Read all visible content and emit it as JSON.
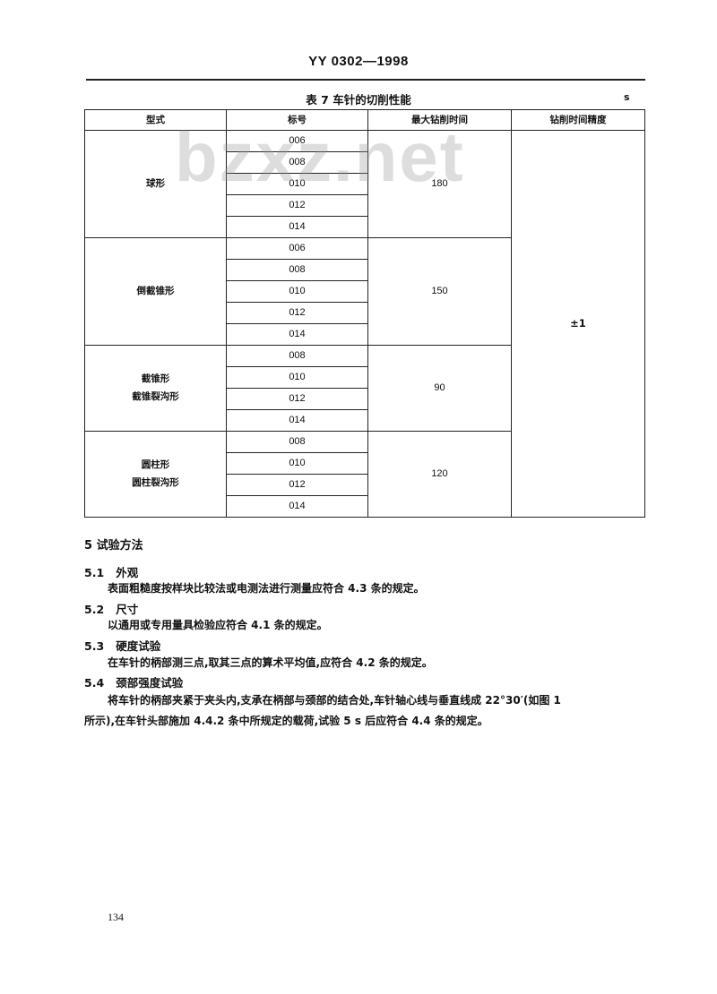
{
  "header": {
    "standard_code": "YY 0302—1998"
  },
  "table": {
    "caption": "表 7  车针的切削性能",
    "unit": "s",
    "columns": [
      "型式",
      "标号",
      "最大钻削时间",
      "钻削时间精度"
    ],
    "groups": [
      {
        "type_lines": [
          "球形"
        ],
        "codes": [
          "006",
          "008",
          "010",
          "012",
          "014"
        ],
        "max_time": "180"
      },
      {
        "type_lines": [
          "倒截锥形"
        ],
        "codes": [
          "006",
          "008",
          "010",
          "012",
          "014"
        ],
        "max_time": "150"
      },
      {
        "type_lines": [
          "截锥形",
          "截锥裂沟形"
        ],
        "codes": [
          "008",
          "010",
          "012",
          "014"
        ],
        "max_time": "90"
      },
      {
        "type_lines": [
          "圆柱形",
          "圆柱裂沟形"
        ],
        "codes": [
          "008",
          "010",
          "012",
          "014"
        ],
        "max_time": "120"
      }
    ],
    "precision": "±1"
  },
  "watermark": "bzxz.net",
  "section5": {
    "heading": "5  试验方法",
    "items": [
      {
        "num": "5.1",
        "title": "外观",
        "text": "表面粗糙度按样块比较法或电测法进行测量应符合 4.3 条的规定。"
      },
      {
        "num": "5.2",
        "title": "尺寸",
        "text": "以通用或专用量具检验应符合 4.1 条的规定。"
      },
      {
        "num": "5.3",
        "title": "硬度试验",
        "text": "在车针的柄部测三点,取其三点的算术平均值,应符合 4.2 条的规定。"
      },
      {
        "num": "5.4",
        "title": "颈部强度试验",
        "text_line1": "将车针的柄部夹紧于夹头内,支承在柄部与颈部的结合处,车针轴心线与垂直线成 22°30′(如图 1",
        "text_line2": "所示),在车针头部施加 4.4.2 条中所规定的载荷,试验 5 s 后应符合 4.4 条的规定。"
      }
    ]
  },
  "page_number": "134"
}
